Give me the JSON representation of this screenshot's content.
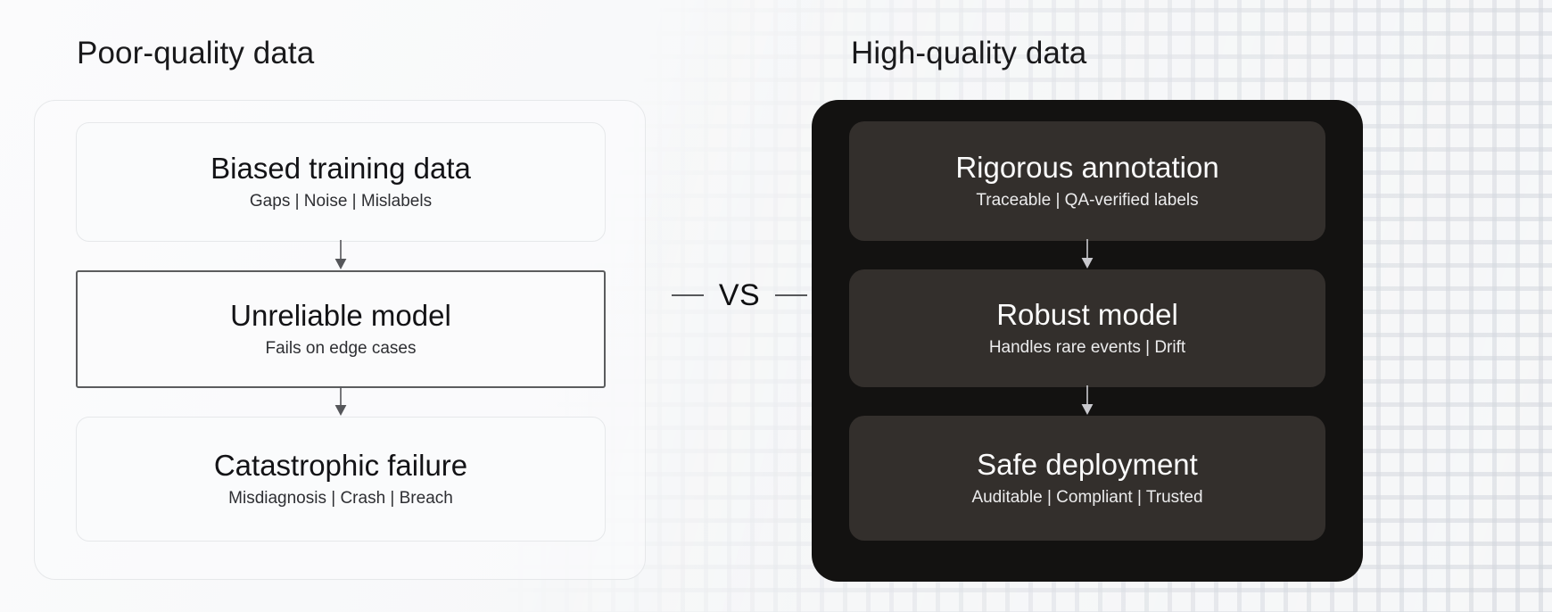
{
  "columns": {
    "left": {
      "heading": "Poor-quality data",
      "cards": [
        {
          "title": "Biased training data",
          "subtitle": "Gaps | Noise | Mislabels",
          "highlighted": false
        },
        {
          "title": "Unreliable model",
          "subtitle": "Fails on edge cases",
          "highlighted": true
        },
        {
          "title": "Catastrophic failure",
          "subtitle": "Misdiagnosis | Crash | Breach",
          "highlighted": false
        }
      ]
    },
    "right": {
      "heading": "High-quality data",
      "cards": [
        {
          "title": "Rigorous annotation",
          "subtitle": "Traceable | QA-verified labels",
          "highlighted": false
        },
        {
          "title": "Robust model",
          "subtitle": "Handles rare events | Drift",
          "highlighted": false
        },
        {
          "title": "Safe deployment",
          "subtitle": "Auditable | Compliant | Trusted",
          "highlighted": false
        }
      ]
    }
  },
  "divider": {
    "label": "VS"
  },
  "icons": {
    "arrow": "arrow-down-icon"
  },
  "colors": {
    "page_background": "#f6f7f8",
    "texture_mark": "#d0d4da",
    "light_panel_border": "#e6e8ea",
    "light_card_background": "#fafbfc",
    "highlight_border": "#5b5c5e",
    "dark_panel_background": "#131211",
    "dark_card_background": "#332f2c",
    "heading_text": "#19191b",
    "light_card_title": "#131316",
    "light_card_subtitle": "#2e2f33",
    "dark_card_title": "#fbfbfb",
    "dark_card_subtitle": "#ececed",
    "arrow_light": "#55565a",
    "arrow_dark": "#c9c9ce",
    "divider_dash": "#57585b",
    "divider_label": "#101012"
  }
}
